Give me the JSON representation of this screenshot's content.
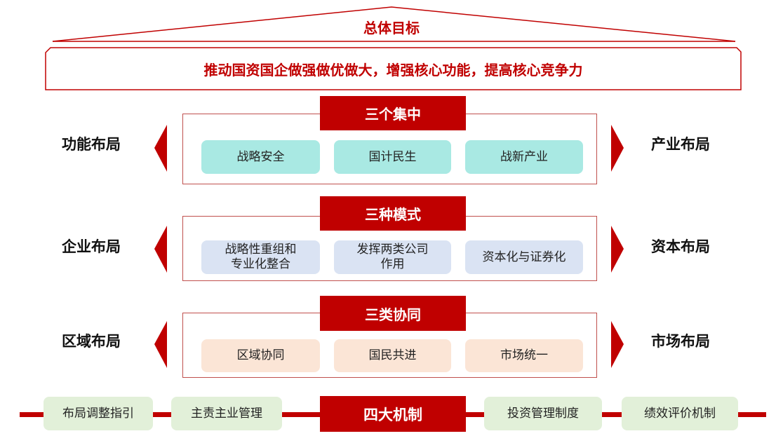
{
  "goal": {
    "title": "总体目标",
    "statement": "推动国资国企做强做优做大，增强核心功能，提高核心竞争力"
  },
  "sections": [
    {
      "header": "三个集中",
      "left": "功能布局",
      "right": "产业布局",
      "items": [
        "战略安全",
        "国计民生",
        "战新产业"
      ]
    },
    {
      "header": "三种模式",
      "left": "企业布局",
      "right": "资本布局",
      "items": [
        "战略性重组和\n专业化整合",
        "发挥两类公司\n作用",
        "资本化与证券化"
      ]
    },
    {
      "header": "三类协同",
      "left": "区域布局",
      "right": "市场布局",
      "items": [
        "区域协同",
        "国民共进",
        "市场统一"
      ]
    }
  ],
  "mechanism": {
    "header": "四大机制",
    "items": [
      "布局调整指引",
      "主责主业管理",
      "投资管理制度",
      "绩效评价机制"
    ]
  },
  "colors": {
    "red": "#c00000",
    "teal": "#a9e9e3",
    "blue": "#dae3f3",
    "peach": "#fbe5d6",
    "green": "#e2f0d9"
  }
}
